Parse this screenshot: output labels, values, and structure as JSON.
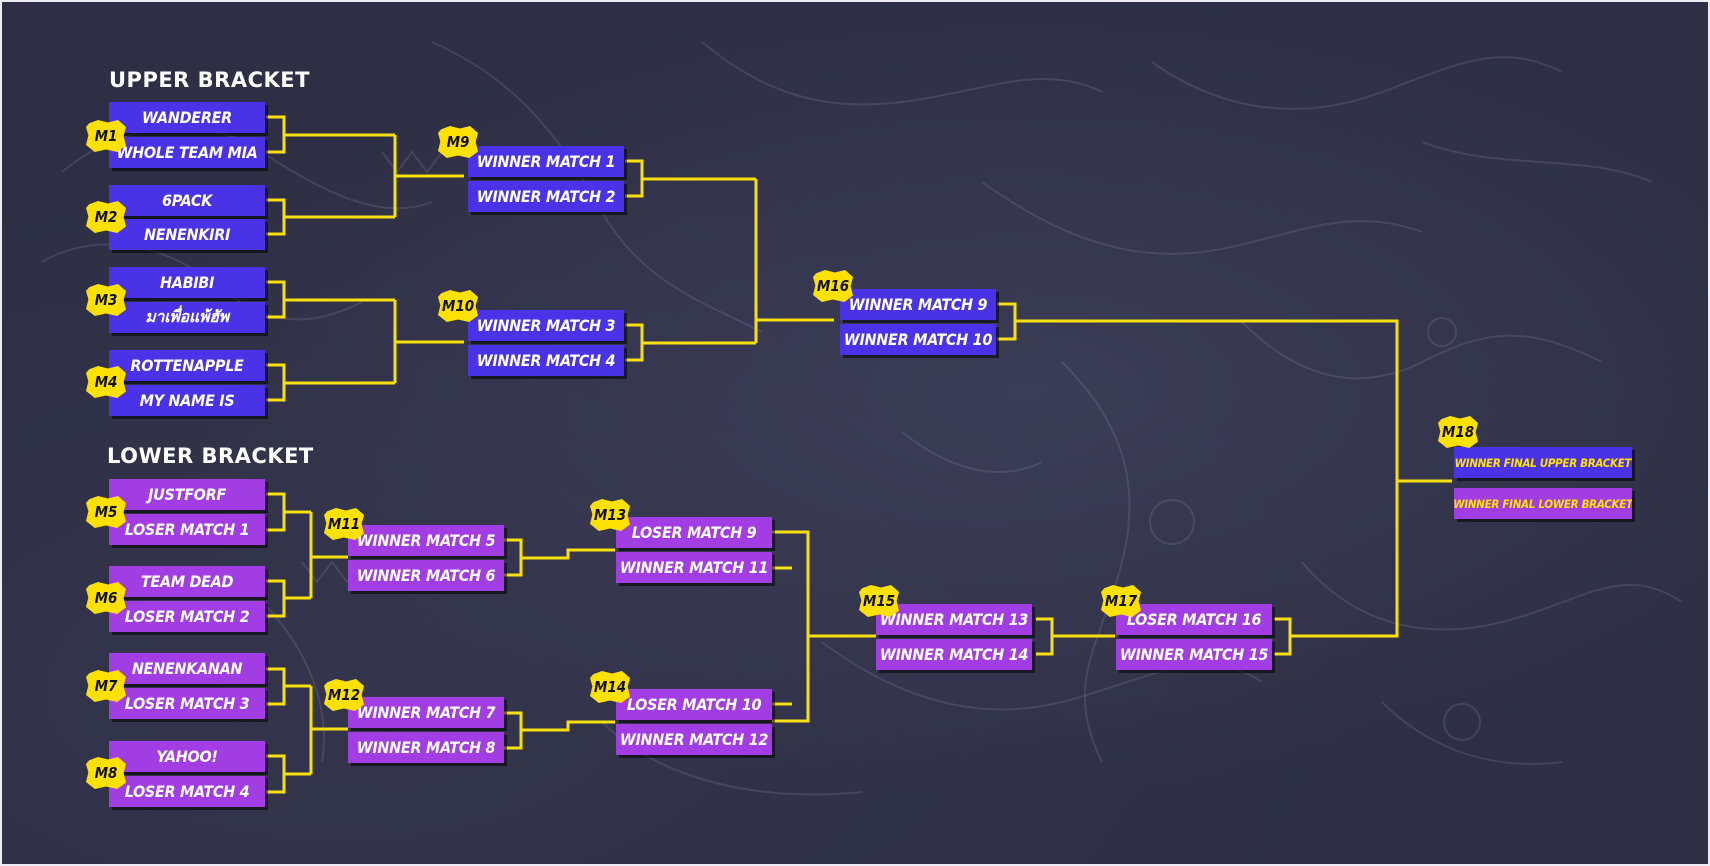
{
  "upper_title": "UPPER BRACKET",
  "lower_title": "LOWER BRACKET",
  "colors": {
    "background": "#2e2f44",
    "upper_slot": "#4a33e6",
    "lower_slot": "#a23ce3",
    "connector": "#f7df10",
    "badge": "#ffe100",
    "final_text": "#ffe300"
  },
  "matches": {
    "m1": {
      "label": "M1",
      "top": "WANDERER",
      "bottom": "WHOLE TEAM MIA"
    },
    "m2": {
      "label": "M2",
      "top": "6PACK",
      "bottom": "NENENKIRI"
    },
    "m3": {
      "label": "M3",
      "top": "HABIBI",
      "bottom": "มาเพื่อแพ้ฮัพ"
    },
    "m4": {
      "label": "M4",
      "top": "ROTTENAPPLE",
      "bottom": "MY NAME IS"
    },
    "m9": {
      "label": "M9",
      "top": "WINNER MATCH 1",
      "bottom": "WINNER MATCH 2"
    },
    "m10": {
      "label": "M10",
      "top": "WINNER MATCH 3",
      "bottom": "WINNER MATCH 4"
    },
    "m16": {
      "label": "M16",
      "top": "WINNER MATCH 9",
      "bottom": "WINNER MATCH 10"
    },
    "m5": {
      "label": "M5",
      "top": "JUSTFORF",
      "bottom": "LOSER MATCH 1"
    },
    "m6": {
      "label": "M6",
      "top": "TEAM DEAD",
      "bottom": "LOSER MATCH 2"
    },
    "m7": {
      "label": "M7",
      "top": "NENENKANAN",
      "bottom": "LOSER MATCH 3"
    },
    "m8": {
      "label": "M8",
      "top": "YAHOO!",
      "bottom": "LOSER MATCH 4"
    },
    "m11": {
      "label": "M11",
      "top": "WINNER MATCH 5",
      "bottom": "WINNER MATCH 6"
    },
    "m12": {
      "label": "M12",
      "top": "WINNER MATCH 7",
      "bottom": "WINNER MATCH 8"
    },
    "m13": {
      "label": "M13",
      "top": "LOSER MATCH 9",
      "bottom": "WINNER MATCH 11"
    },
    "m14": {
      "label": "M14",
      "top": "LOSER MATCH 10",
      "bottom": "WINNER MATCH 12"
    },
    "m15": {
      "label": "M15",
      "top": "WINNER MATCH 13",
      "bottom": "WINNER MATCH 14"
    },
    "m17": {
      "label": "M17",
      "top": "LOSER MATCH 16",
      "bottom": "WINNER MATCH 15"
    },
    "m18": {
      "label": "M18",
      "top": "WINNER FINAL UPPER BRACKET",
      "bottom": "WINNER FINAL LOWER BRACKET"
    }
  }
}
